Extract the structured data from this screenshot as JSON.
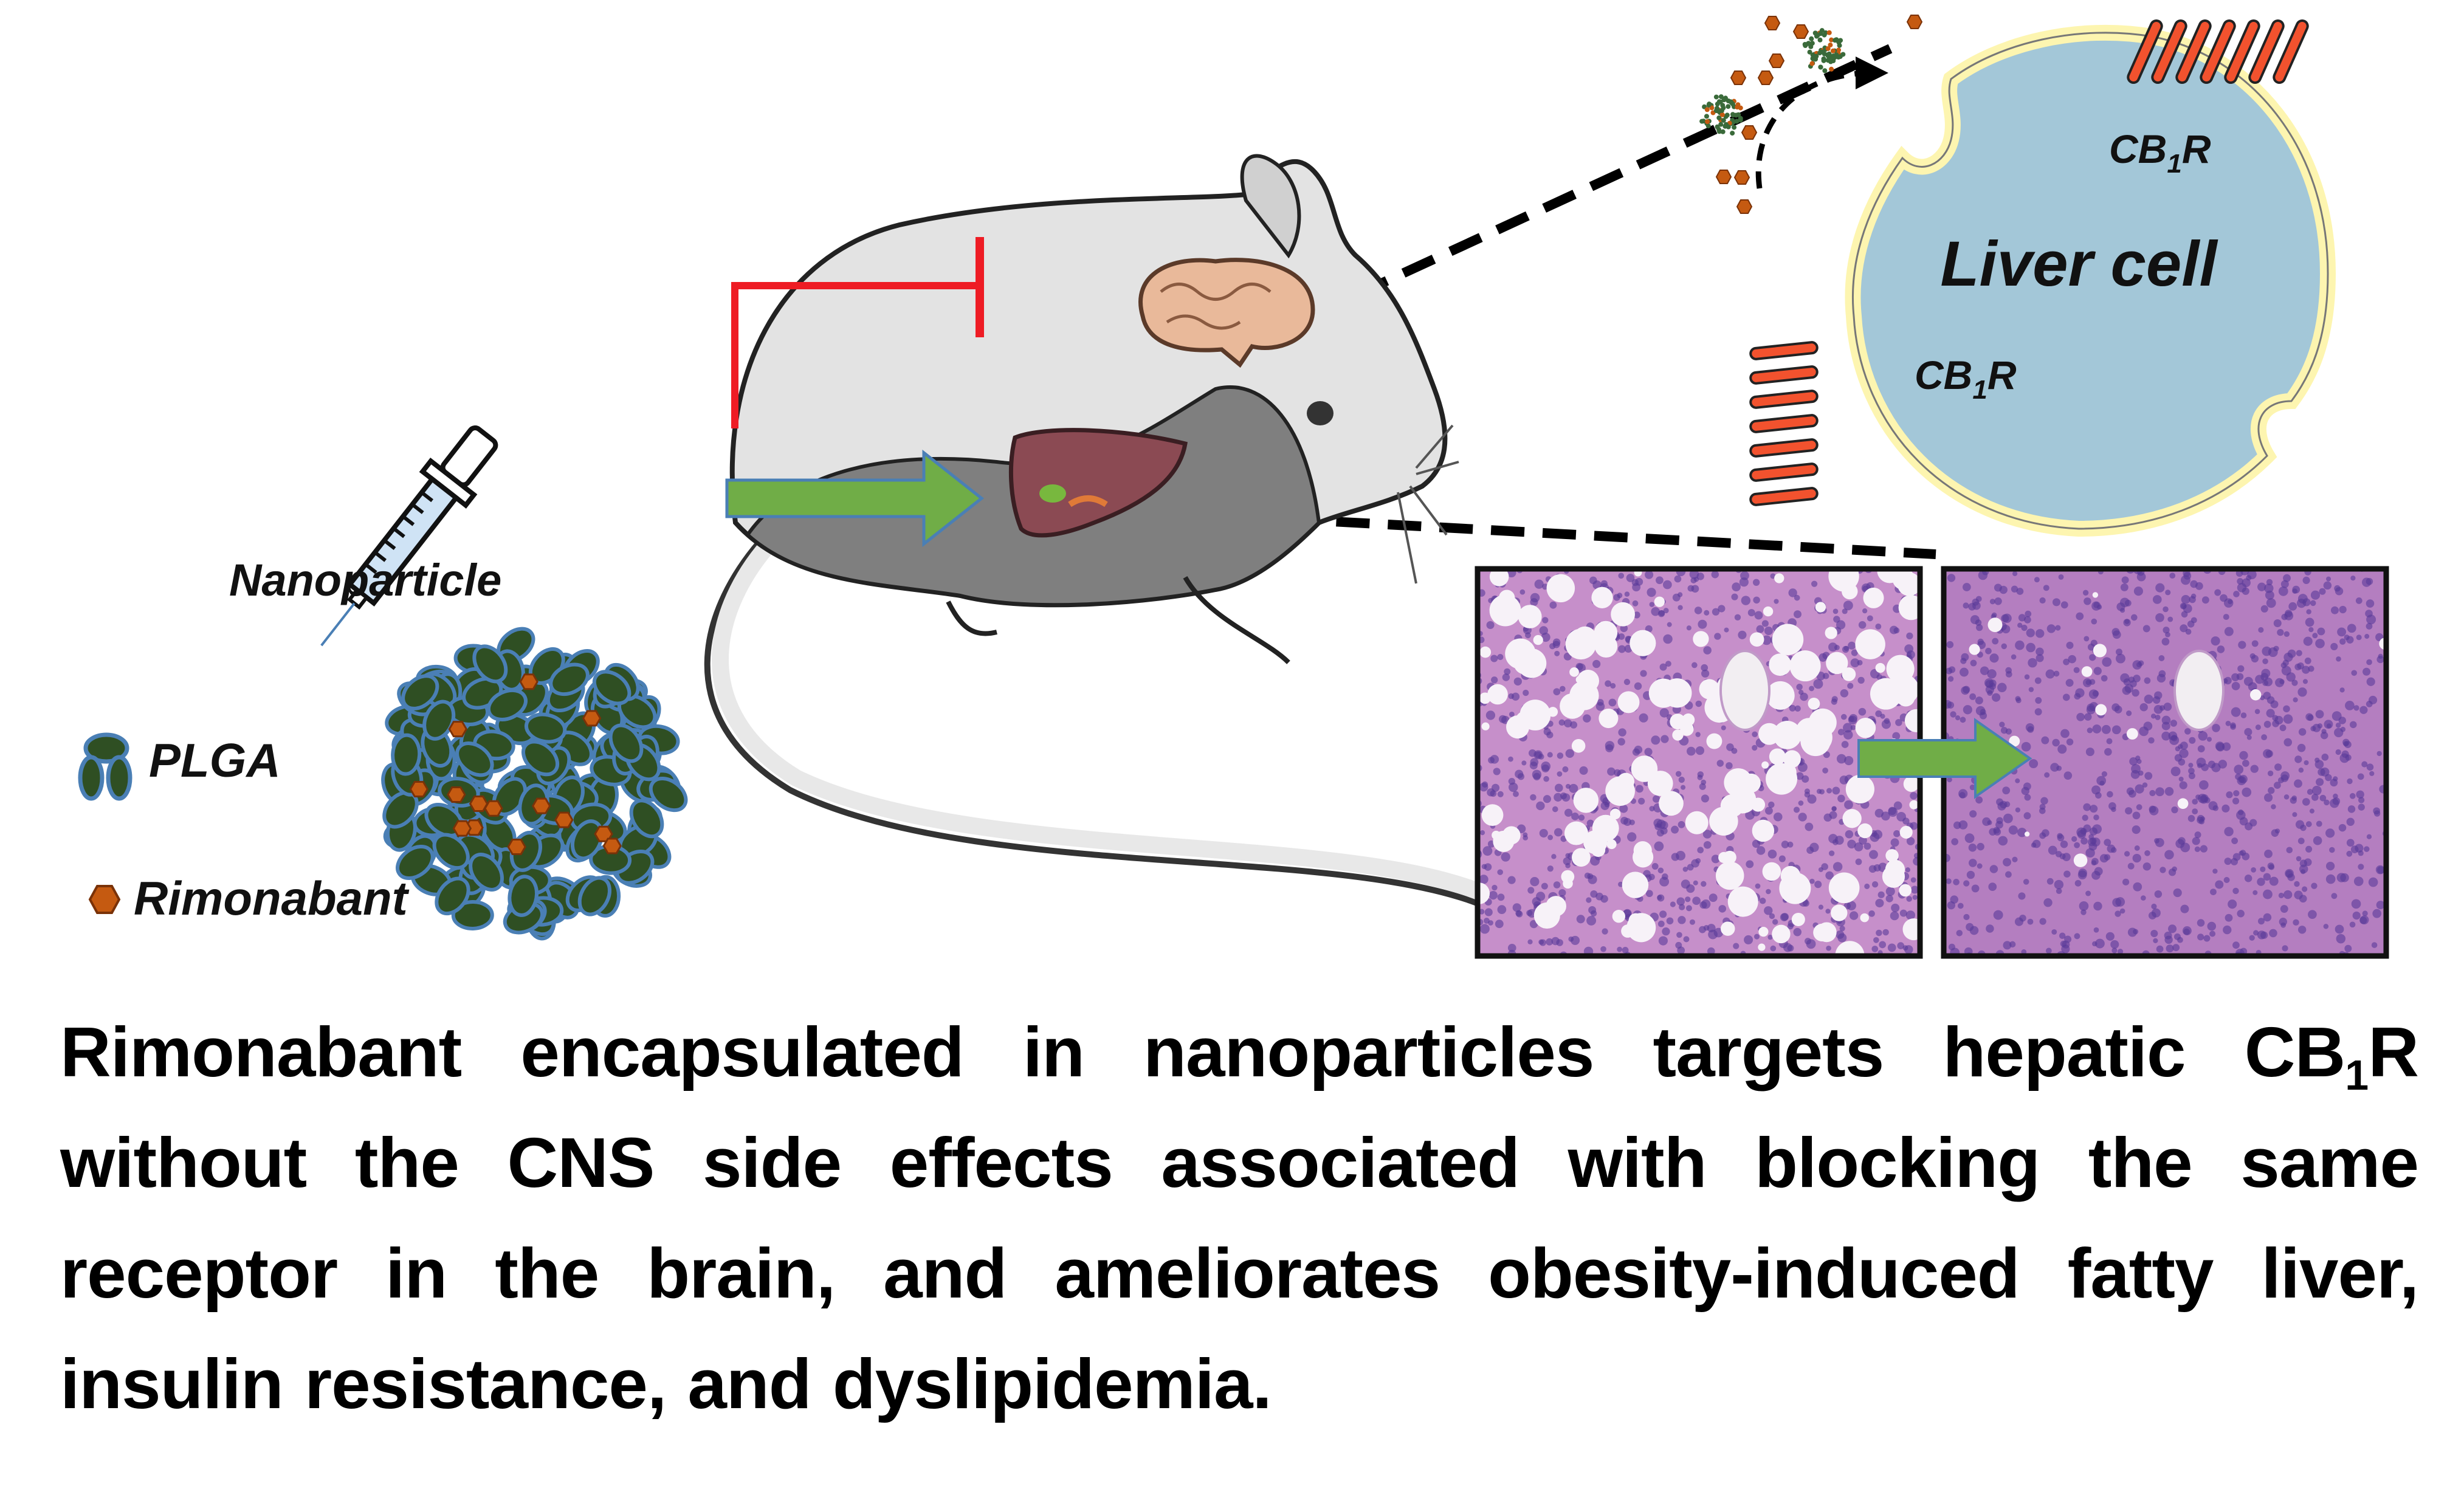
{
  "labels": {
    "nanoparticle": "Nanoparticle",
    "plga": "PLGA",
    "rimonabant": "Rimonabant",
    "liver_cell": "Liver cell",
    "receptor": {
      "main": "CB",
      "sub": "1",
      "tail": "R"
    }
  },
  "caption": {
    "part1": "Rimonabant encapsulated in nanoparticles targets hepatic CB",
    "sub": "1",
    "part2": "R without the CNS side effects associated with blocking the same receptor in the brain, and ameliorates obesity-induced fatty liver, insulin resistance, and dyslipidemia."
  },
  "colors": {
    "plga_fill": "#2f4f23",
    "plga_stroke": "#4a7fb5",
    "rimonabant": "#c55a11",
    "inhibit": "#ee1c24",
    "arrow": "#70ad47",
    "cell": "#a3c7d8",
    "membrane": "#fdf5b0",
    "receptor": "#f2522e"
  }
}
